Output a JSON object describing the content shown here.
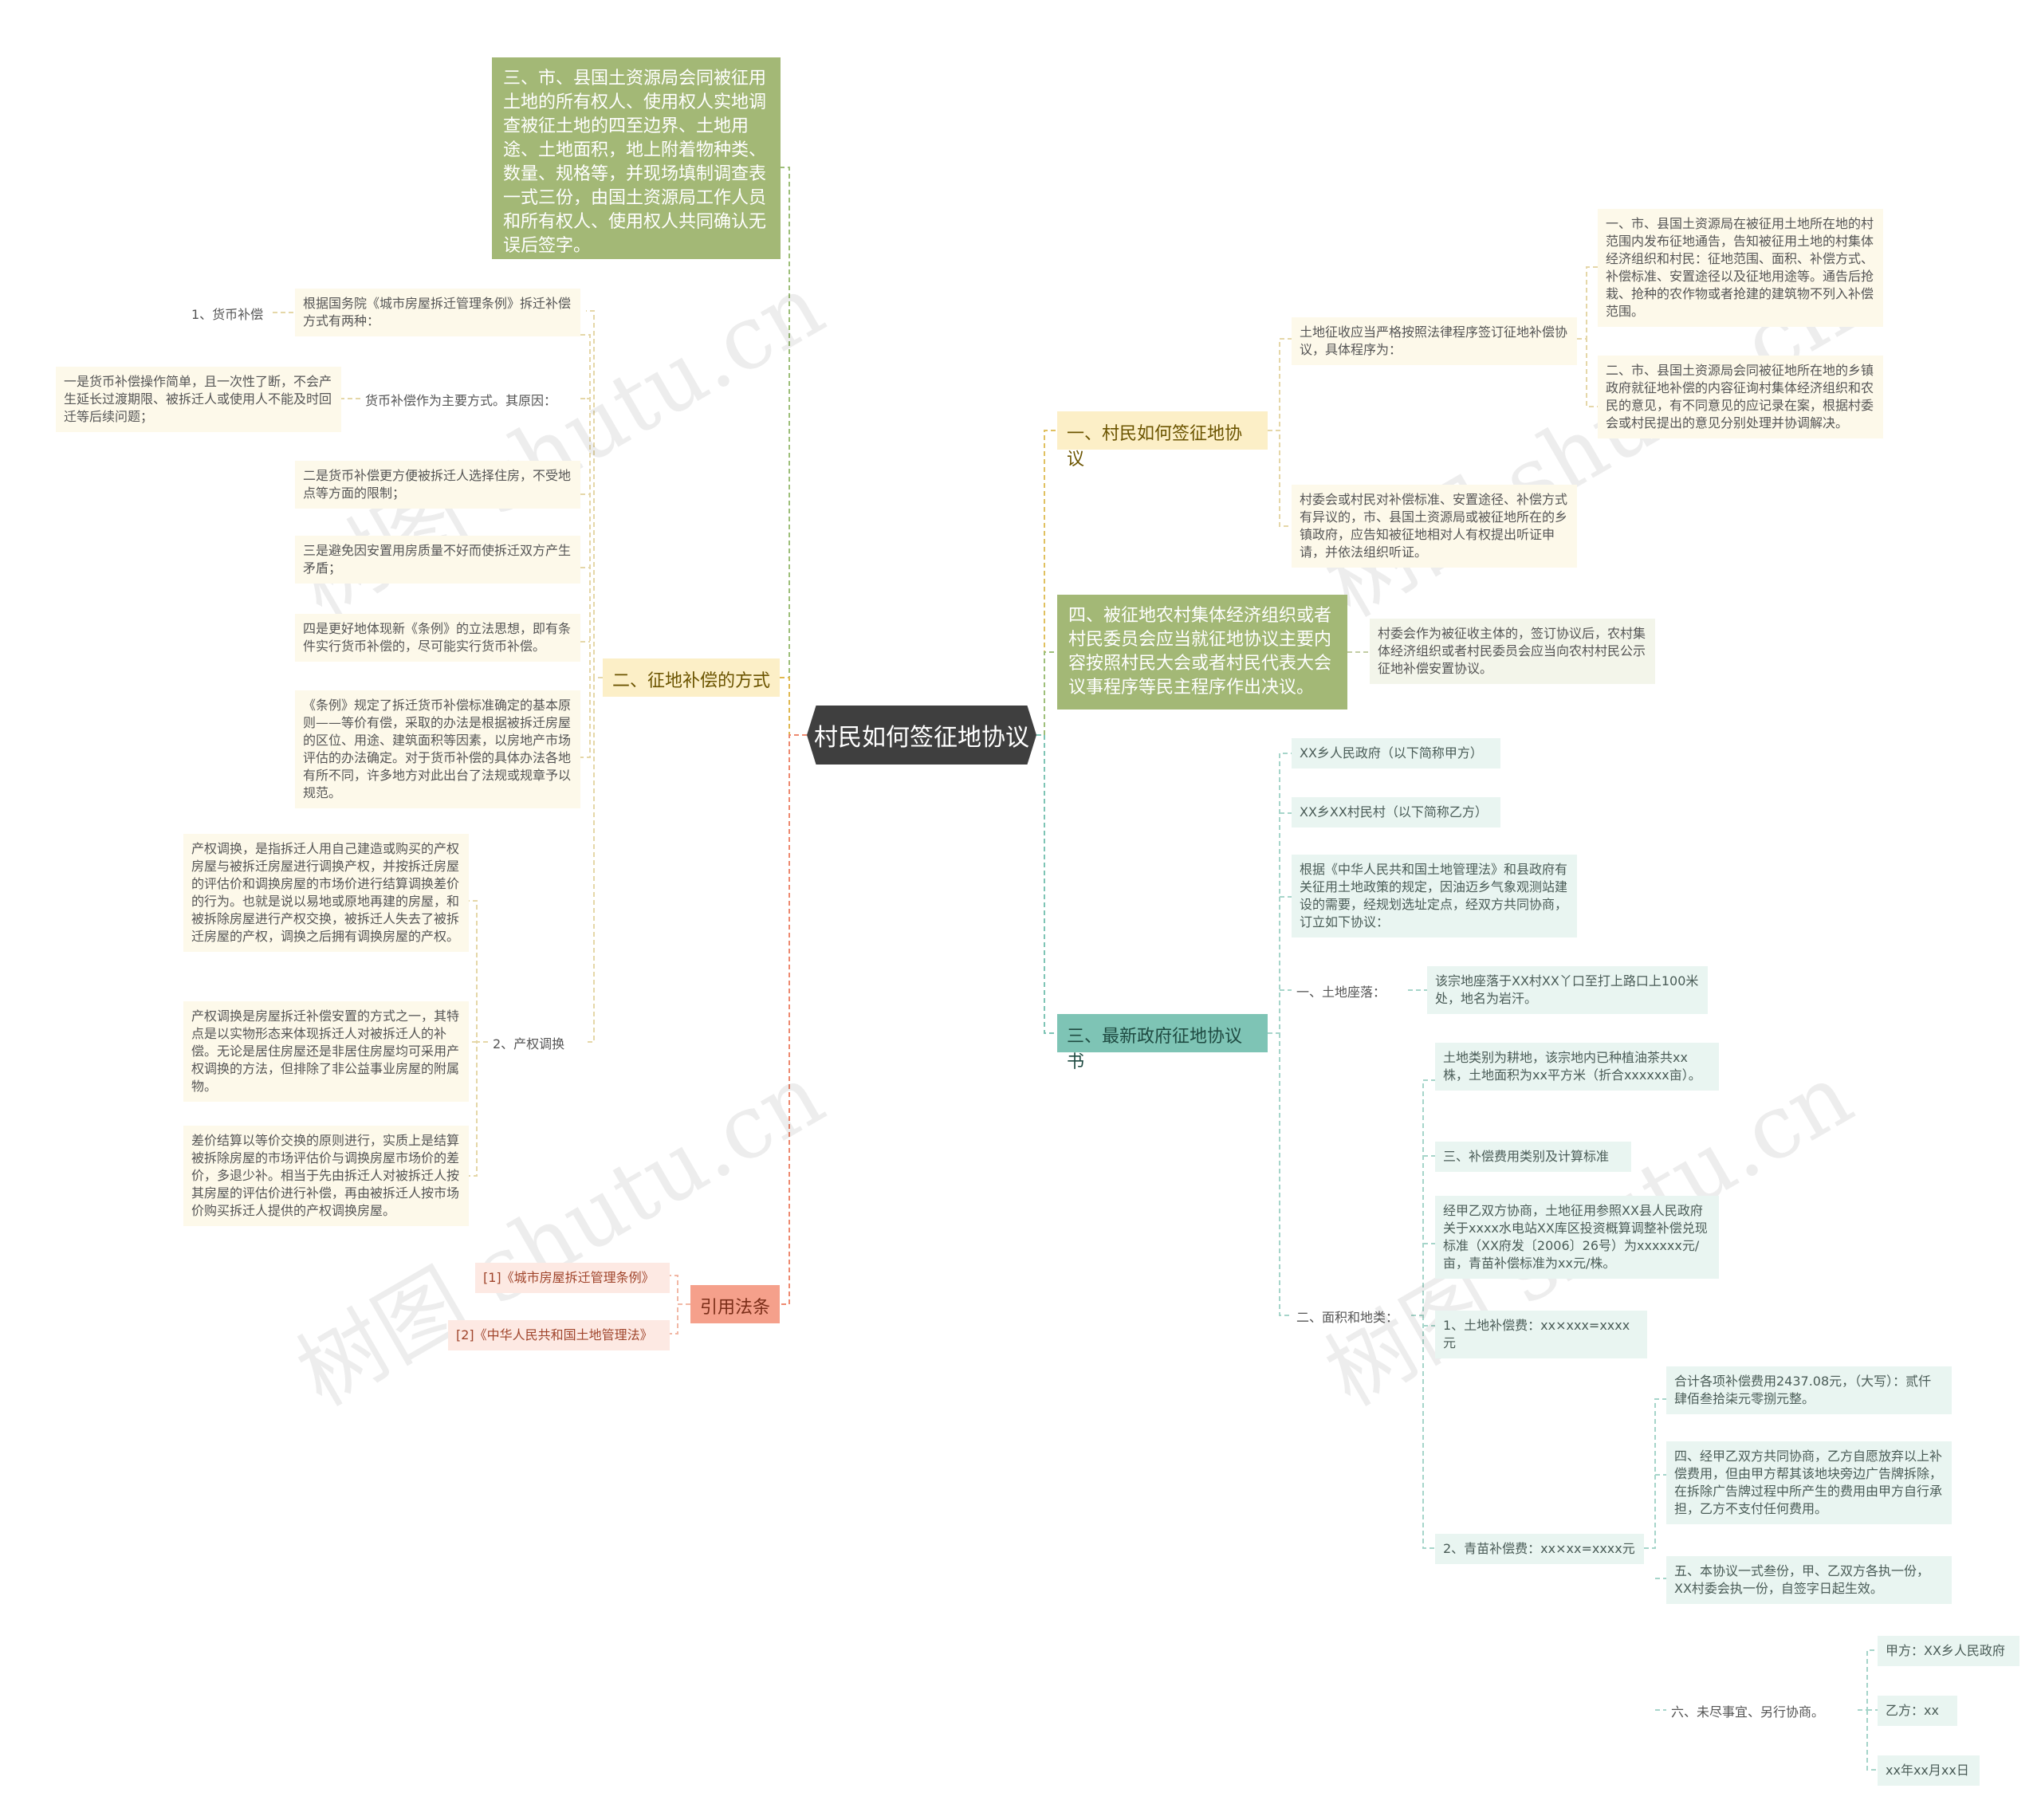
{
  "colors": {
    "root": "#3f3f3f",
    "yellow": "#fcefc7",
    "green": "#a3b876",
    "teal": "#7ec4b5",
    "red": "#f5a08b"
  },
  "watermark": "树图 shutu.cn",
  "root": "村民如何签征地协议",
  "left": {
    "survey": "三、市、县国土资源局会同被征用土地的所有权人、使用权人实地调查被征土地的四至边界、土地用途、土地面积，地上附着物种类、数量、规格等，并现场填制调查表一式三份，由国土资源局工作人员和所有权人、使用权人共同确认无误后签字。",
    "methods": {
      "title": "二、征地补偿的方式",
      "money": {
        "label": "1、货币补偿",
        "desc": "根据国务院《城市房屋拆迁管理条例》拆迁补偿方式有两种：",
        "main": "货币补偿作为主要方式。其原因：",
        "r1": "一是货币补偿操作简单，且一次性了断，不会产生延长过渡期限、被拆迁人或使用人不能及时回迁等后续问题；",
        "r2": "二是货币补偿更方便被拆迁人选择住房，不受地点等方面的限制；",
        "r3": "三是避免因安置用房质量不好而使拆迁双方产生矛盾；",
        "r4": "四是更好地体现新《条例》的立法思想，即有条件实行货币补偿的，尽可能实行货币补偿。",
        "r5": "《条例》规定了拆迁货币补偿标准确定的基本原则——等价有偿，采取的办法是根据被拆迁房屋的区位、用途、建筑面积等因素，以房地产市场评估的办法确定。对于货币补偿的具体办法各地有所不同，许多地方对此出台了法规或规章予以规范。"
      },
      "swap": {
        "label": "2、产权调换",
        "s1": "产权调换，是指拆迁人用自己建造或购买的产权房屋与被拆迁房屋进行调换产权，并按拆迁房屋的评估价和调换房屋的市场价进行结算调换差价的行为。也就是说以易地或原地再建的房屋，和被拆除房屋进行产权交换，被拆迁人失去了被拆迁房屋的产权，调换之后拥有调换房屋的产权。",
        "s2": "产权调换是房屋拆迁补偿安置的方式之一，其特点是以实物形态来体现拆迁人对被拆迁人的补偿。无论是居住房屋还是非居住房屋均可采用产权调换的方法，但排除了非公益事业房屋的附属物。",
        "s3": "差价结算以等价交换的原则进行，实质上是结算被拆除房屋的市场评估价与调换房屋市场价的差价，多退少补。相当于先由拆迁人对被拆迁人按其房屋的评估价进行补偿，再由被拆迁人按市场价购买拆迁人提供的产权调换房屋。"
      }
    },
    "refs": {
      "title": "引用法条",
      "r1": "[1]《城市房屋拆迁管理条例》",
      "r2": "[2]《中华人民共和国土地管理法》"
    }
  },
  "right": {
    "b1": {
      "title": "一、村民如何签征地协议",
      "proc": "土地征收应当严格按照法律程序签订征地补偿协议，具体程序为：",
      "p1": "一、市、县国土资源局在被征用土地所在地的村范围内发布征地通告，告知被征用土地的村集体经济组织和村民：征地范围、面积、补偿方式、补偿标准、安置途径以及征地用途等。通告后抢栽、抢种的农作物或者抢建的建筑物不列入补偿范围。",
      "p2": "二、市、县国土资源局会同被征地所在地的乡镇政府就征地补偿的内容征询村集体经济组织和农民的意见，有不同意见的应记录在案，根据村委会或村民提出的意见分别处理并协调解决。",
      "hear": "村委会或村民对补偿标准、安置途径、补偿方式有异议的，市、县国土资源局或被征地所在的乡镇政府，应告知被征地相对人有权提出听证申请，并依法组织听证。"
    },
    "b4": {
      "title": "四、被征地农村集体经济组织或者村民委员会应当就征地协议主要内容按照村民大会或者村民代表大会议事程序等民主程序作出决议。",
      "leaf": "村委会作为被征收主体的，签订协议后，农村集体经济组织或者村民委员会应当向农村村民公示征地补偿安置协议。"
    },
    "b3": {
      "title": "三、最新政府征地协议书",
      "partyA": "XX乡人民政府（以下简称甲方）",
      "partyB": "XX乡XX村民村（以下简称乙方）",
      "basis": "根据《中华人民共和国土地管理法》和县政府有关征用土地政策的规定，因油迈乡气象观测站建设的需要，经规划选址定点，经双方共同协商，订立如下协议：",
      "loc_label": "一、土地座落：",
      "loc": "该宗地座落于XX村XX丫口至打上路口上100米处，地名为岩汗。",
      "area_label": "二、面积和地类：",
      "landtype": "土地类别为耕地，该宗地内已种植油茶共xx株，土地面积为xx平方米（折合xxxxxx亩）。",
      "fee_title": "三、补偿费用类别及计算标准",
      "fee_std": "经甲乙双方协商，土地征用参照XX县人民政府关于xxxx水电站XX库区投资概算调整补偿兑现标准（XX府发〔2006〕26号）为xxxxxx元/亩，青苗补偿标准为xx元/株。",
      "land_fee": "1、土地补偿费：xx×xxx=xxxx元",
      "crop_fee": "2、青苗补偿费：xx×xx=xxxx元",
      "total": "合计各项补偿费用2437.08元，（大写）：贰仟肆佰叁拾柒元零捌元整。",
      "ad": "四、经甲乙双方共同协商，乙方自愿放弃以上补偿费用，但由甲方帮其该地块旁边广告牌拆除，在拆除广告牌过程中所产生的费用由甲方自行承担，乙方不支付任何费用。",
      "copies": "五、本协议一式叁份，甲、乙双方各执一份，XX村委会执一份，自签字日起生效。",
      "other": "六、未尽事宜、另行协商。",
      "signA": "甲方：XX乡人民政府",
      "signB": "乙方：xx",
      "date": "xx年xx月xx日"
    }
  }
}
